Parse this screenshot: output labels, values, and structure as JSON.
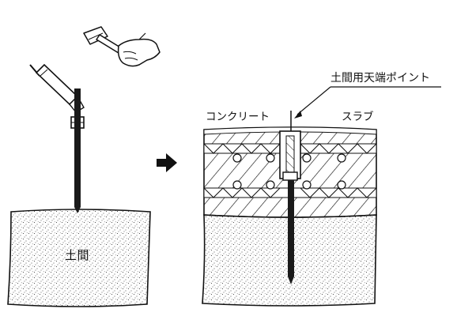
{
  "labels": {
    "doma": "土間",
    "top_point": "土間用天端ポイント",
    "concrete": "コンクリート",
    "slab": "スラブ"
  },
  "icons": {
    "hand": "hand-with-hammer-icon",
    "arrow": "right-arrow-icon"
  },
  "colors": {
    "ink": "#111111",
    "background": "#ffffff"
  }
}
